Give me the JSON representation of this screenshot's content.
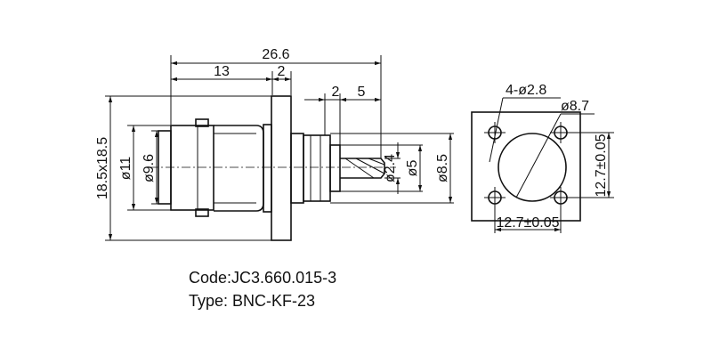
{
  "side_view": {
    "dim_total_length": "26.6",
    "dim_body_length": "13",
    "dim_flange_thickness": "2",
    "dim_pin_offset": "2",
    "dim_pin_length": "5",
    "dim_flange_height": "18.5x18.5",
    "dim_body_dia_outer": "ø11",
    "dim_body_dia_inner": "ø9.6",
    "dim_pin_dia": "ø2.4",
    "dim_insulator_dia": "ø5",
    "dim_shell_dia": "ø8.5"
  },
  "front_view": {
    "dim_holes": "4-ø2.8",
    "dim_center_hole": "ø8.7",
    "dim_hole_spacing_h": "12.7±0.05",
    "dim_hole_spacing_v": "12.7±0.05"
  },
  "info": {
    "code": "Code:JC3.660.015-3",
    "type": "Type: BNC-KF-23"
  }
}
